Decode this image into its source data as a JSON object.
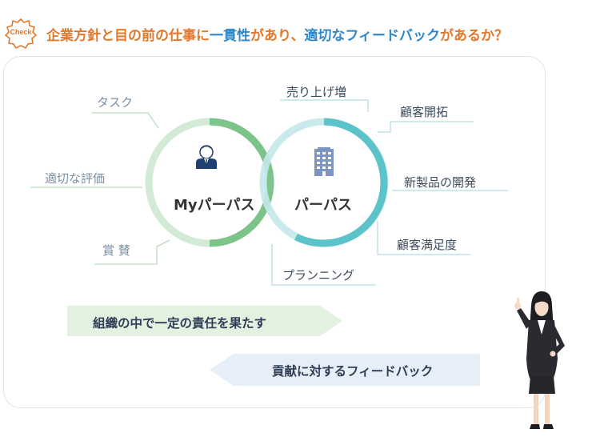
{
  "header": {
    "badge": "Check",
    "headline_part1": "企業方針と目の前の仕事に",
    "headline_part2": "一貫性",
    "headline_part3": "があり、",
    "headline_part4": "適切なフィードバック",
    "headline_part5": "があるか？"
  },
  "left_circle": {
    "title": "Myパーパス",
    "icon": "businessman-icon",
    "labels": {
      "task": "タスク",
      "evaluation": "適切な評価",
      "praise": "賞 賛"
    }
  },
  "right_circle": {
    "title": "パーパス",
    "icon": "building-icon",
    "labels": {
      "sales": "売り上げ増",
      "customer_dev": "顧客開拓",
      "new_product": "新製品の開発",
      "satisfaction": "顧客満足度",
      "planning": "プランニング"
    }
  },
  "arrows": {
    "right_arrow": "組織の中で一定の責任を果たす",
    "left_arrow": "貢献に対するフィードバック"
  },
  "colors": {
    "orange": "#E4782A",
    "blue": "#2E86C8",
    "green": "#7DC48A",
    "green_light": "#D3EBD6",
    "teal": "#5DC3CB",
    "teal_light": "#C4E7EB",
    "arrow_green": "#E3F1E1",
    "arrow_blue": "#E6EEF7"
  }
}
